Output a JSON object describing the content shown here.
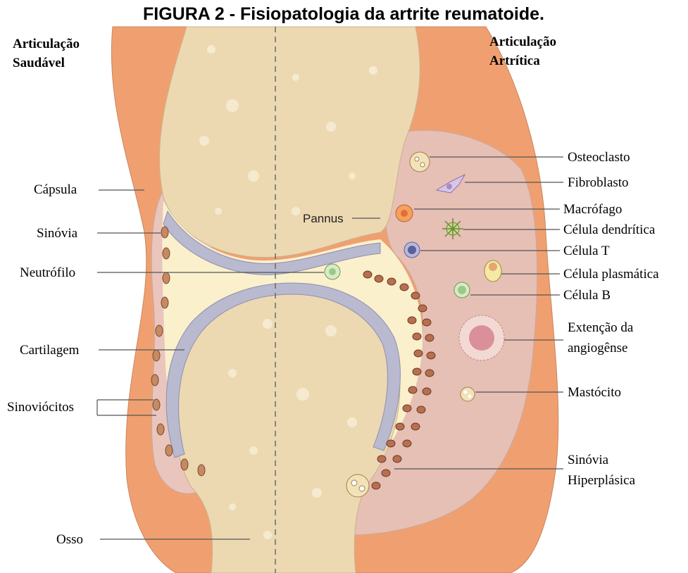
{
  "title": "FIGURA 2 - Fisiopatologia da artrite reumatoide.",
  "headings": {
    "healthy_line1": "Articulação",
    "healthy_line2": "Saudável",
    "arthritic_line1": "Articulação",
    "arthritic_line2": "Artrítica"
  },
  "labels_left": {
    "capsula": "Cápsula",
    "sinovia": "Sinóvia",
    "neutrofilo": "Neutrófilo",
    "cartilagem": "Cartilagem",
    "sinoviocitos": "Sinoviócitos",
    "osso": "Osso"
  },
  "labels_center": {
    "pannus": "Pannus"
  },
  "labels_right": {
    "osteoclasto": "Osteoclasto",
    "fibroblasto": "Fibroblasto",
    "macrofago": "Macrófago",
    "celula_dendritica": "Célula dendrítica",
    "celula_t": "Célula T",
    "celula_plasmatica": "Célula plasmática",
    "celula_b": "Célula B",
    "angiogenese_line1": "Extenção da",
    "angiogenese_line2": "angiogênse",
    "mastocito": "Mastócito",
    "sinovia_hiperplasica_line1": "Sinóvia",
    "sinovia_hiperplasica_line2": "Hiperplásica"
  },
  "colors": {
    "capsule": "#f0a070",
    "synovium": "#e9c5bd",
    "bone": "#ecd9b2",
    "cartilage": "#b9b9cf",
    "fluid": "#faf0cc",
    "synoviocyte": "#a0604a"
  }
}
